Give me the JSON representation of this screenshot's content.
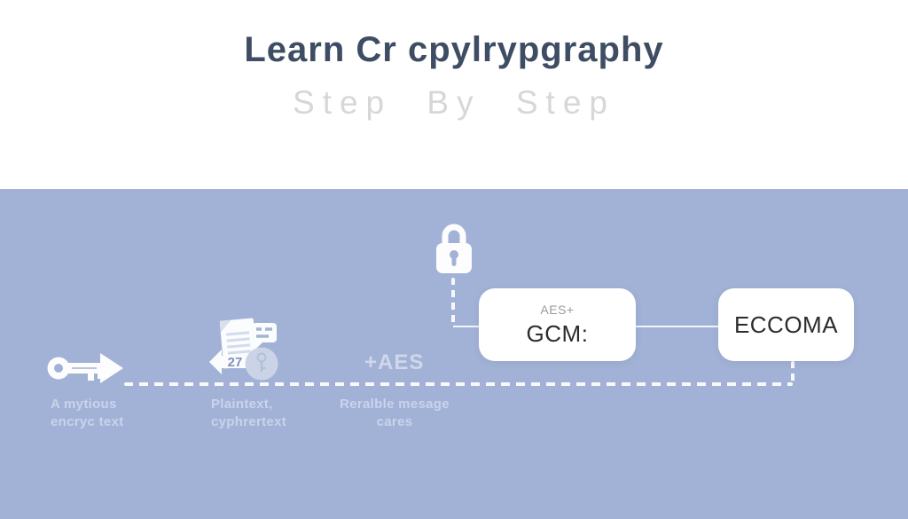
{
  "hero": {
    "title": "Learn Cr cpylrypgraphy",
    "subtitle": "Step By Step"
  },
  "diagram": {
    "key": {
      "icon": "key-arrow-icon",
      "caption_line1": "A mytious",
      "caption_line2": "encryc text"
    },
    "document": {
      "icon": "document-chat-icon",
      "badge": "27",
      "caption_line1": "Plaintext,",
      "caption_line2": "cyphrertext"
    },
    "aes_label": "+AES",
    "middle_caption_line1": "Reralble mesage",
    "middle_caption_line2": "cares",
    "lock": {
      "icon": "padlock-icon"
    },
    "gcm_box": {
      "subtitle": "AES+",
      "title": "GCM:"
    },
    "ecc_box": {
      "title": "ECCOMA"
    }
  },
  "colors": {
    "background_blue": "#a2b2d6",
    "panel_white": "#ffffff",
    "title_color": "#3e4d63",
    "subtitle_color": "#d7d7d7",
    "caption_color": "#c9d3ec",
    "box_text": "#2c2c2c",
    "box_subtext": "#9b9b9b",
    "badge_number": "#8090bc"
  }
}
